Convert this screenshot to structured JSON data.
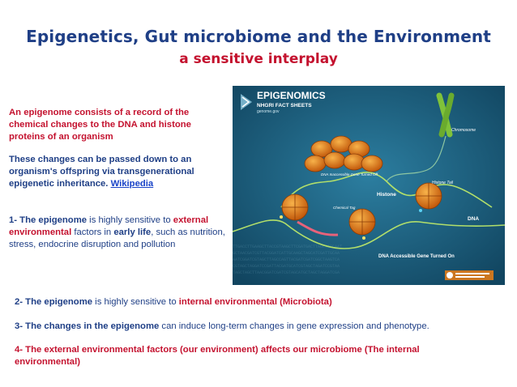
{
  "title": "Epigenetics, Gut microbiome and the Environment",
  "subtitle": "a sensitive interplay",
  "intro": {
    "line1": "An epigenome consists of a record of the chemical changes to the DNA and histone proteins of an organism",
    "line2": "These changes can be passed down to an organism's offspring via transgenerational epigenetic inheritance.",
    "link": "Wikipedia"
  },
  "point1": {
    "lead": "1- The epigenome",
    "mid1": " is highly sensitive to ",
    "key1": "external environmental",
    "mid2": " factors in ",
    "key2": "early life",
    "tail": ", such as nutrition, stress, endocrine disruption and pollution"
  },
  "point2": {
    "lead": "2- The epigenome",
    "mid": " is highly sensitive to ",
    "key": "internal environmental (Microbiota)"
  },
  "point3": {
    "lead": "3- The changes in the epigenome",
    "tail": " can induce long-term changes in gene expression and phenotype."
  },
  "point4": {
    "text": "4- The external environmental factors (our environment) affects our microbiome (The internal environmental)"
  },
  "figure": {
    "header": "EPIGENOMICS",
    "subheader": "NHGRI FACT SHEETS",
    "site": "genome.gov",
    "labels": {
      "chromosome": "Chromosome",
      "inaccessible": "DNA Inaccessible Gene Turned Off",
      "histone_tail": "Histone Tail",
      "histone": "Histone",
      "chemical_tag": "Chemical Tag",
      "dna": "DNA",
      "accessible": "DNA Accessible Gene Turned On"
    }
  },
  "colors": {
    "title": "#1f3f86",
    "accent": "#c4122f",
    "figure_bg": "#1b5a78",
    "histone": "#e07b18",
    "chromosome": "#7fc23a"
  }
}
